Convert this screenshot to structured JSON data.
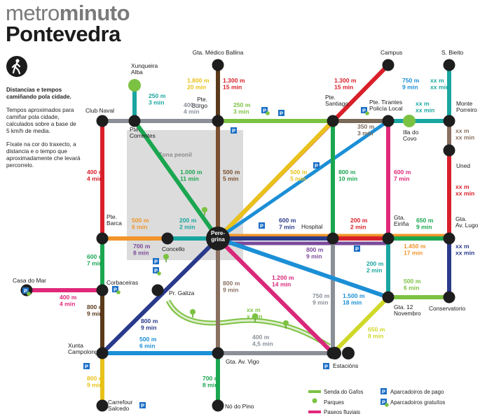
{
  "header": {
    "brand_light": "metro",
    "brand_bold": "minuto",
    "city": "Pontevedra"
  },
  "sidebar": {
    "heading": "Distancias e tempos camiñando pola cidade.",
    "para1": "Tempos aproximados para camiñar pola cidade, calculados sobre a base de 5 km/h de media.",
    "para2": "Fíxate na cor do traxecto, a distancia e o tempo que aproximadamente che levará percorrelo."
  },
  "zone_label": "Zona peonil",
  "stations": [
    {
      "id": "naval",
      "label": "Club Naval"
    },
    {
      "id": "xunqueira",
      "label": "Xunqueira\nAlba"
    },
    {
      "id": "correntes",
      "label": "Pte.\nCorrentes"
    },
    {
      "id": "burgo",
      "label": "Pte.\nBurgo"
    },
    {
      "id": "ballina",
      "label": "Gta. Médico Ballina"
    },
    {
      "id": "santiago",
      "label": "Pte.\nSantiago"
    },
    {
      "id": "campus",
      "label": "Campus"
    },
    {
      "id": "tirantes",
      "label": "Pte. Tirantes\nPolicía Local"
    },
    {
      "id": "covo",
      "label": "Illa do\nCovo"
    },
    {
      "id": "sbieito",
      "label": "S. Bieito"
    },
    {
      "id": "porreiro",
      "label": "Monte\nPorreiro"
    },
    {
      "id": "uned",
      "label": "Uned"
    },
    {
      "id": "barca",
      "label": "Pte.\nBarca"
    },
    {
      "id": "concello",
      "label": "Concello"
    },
    {
      "id": "peregrina",
      "label": "Pere-\ngrina"
    },
    {
      "id": "hospital",
      "label": "Hospital"
    },
    {
      "id": "eirina",
      "label": "Gta.\nEiriña"
    },
    {
      "id": "lugo",
      "label": "Gta.\nAv. Lugo"
    },
    {
      "id": "casamar",
      "label": "Casa do Mar"
    },
    {
      "id": "corbaceiras",
      "label": "Corbaceiras"
    },
    {
      "id": "galiza",
      "label": "Pr. Galiza"
    },
    {
      "id": "conservatorio",
      "label": "Conservatorio"
    },
    {
      "id": "novembro",
      "label": "Gta. 12\nNovembro"
    },
    {
      "id": "campolongo",
      "label": "Xunta\nCampolongo"
    },
    {
      "id": "vigo",
      "label": "Gta. Av. Vigo"
    },
    {
      "id": "estacions",
      "label": "Estacións"
    },
    {
      "id": "carrefour",
      "label": "Carrefour\nSalcedo"
    },
    {
      "id": "pino",
      "label": "Nó do Pino"
    }
  ],
  "segments": [
    {
      "color": "#1aa6a0",
      "dist": "250 m",
      "time": "3 min"
    },
    {
      "color": "#8a8f98",
      "dist": "400 m",
      "time": "4 min"
    },
    {
      "color": "#e8c21a",
      "dist": "1.800 m",
      "time": "20 min"
    },
    {
      "color": "#d8202a",
      "dist": "1.300 m",
      "time": "15 min"
    },
    {
      "color": "#7cc242",
      "dist": "250 m",
      "time": "3 min"
    },
    {
      "color": "#d8202a",
      "dist": "1.300 m",
      "time": "15 min"
    },
    {
      "color": "#1b8fd6",
      "dist": "750 m",
      "time": "9 min"
    },
    {
      "color": "#7a6a5a",
      "dist": "350 m",
      "time": "3 min"
    },
    {
      "color": "#1aa6a0",
      "dist": "xx m",
      "time": "xx min"
    },
    {
      "color": "#1aa6a0",
      "dist": "xx m",
      "time": "xx min"
    },
    {
      "color": "#8a7060",
      "dist": "xx m",
      "time": "xx min"
    },
    {
      "color": "#d8202a",
      "dist": "xx m",
      "time": "xx min"
    },
    {
      "color": "#d8202a",
      "dist": "400 m",
      "time": "4 min"
    },
    {
      "color": "#1aa650",
      "dist": "1.000 m",
      "time": "11 min"
    },
    {
      "color": "#7a5030",
      "dist": "500 m",
      "time": "5 min"
    },
    {
      "color": "#e8c21a",
      "dist": "500 m",
      "time": "5 min"
    },
    {
      "color": "#1aa650",
      "dist": "800 m",
      "time": "10 min"
    },
    {
      "color": "#e0287a",
      "dist": "600 m",
      "time": "7 min"
    },
    {
      "color": "#f0952a",
      "dist": "500 m",
      "time": "6 min"
    },
    {
      "color": "#1aa6a0",
      "dist": "200 m",
      "time": "2 min"
    },
    {
      "color": "#2a3a8a",
      "dist": "600 m",
      "time": "7 min"
    },
    {
      "color": "#d8202a",
      "dist": "200 m",
      "time": "2 min"
    },
    {
      "color": "#1aa650",
      "dist": "650 m",
      "time": "9 min"
    },
    {
      "color": "#7a4a9a",
      "dist": "700 m",
      "time": "8 min"
    },
    {
      "color": "#7a4a9a",
      "dist": "800 m",
      "time": "9 min"
    },
    {
      "color": "#f0952a",
      "dist": "1.450 m",
      "time": "17 min"
    },
    {
      "color": "#2a3a8a",
      "dist": "xx m",
      "time": "xx min"
    },
    {
      "color": "#1aa650",
      "dist": "600 m",
      "time": "7 min"
    },
    {
      "color": "#e0287a",
      "dist": "400 m",
      "time": "4 min"
    },
    {
      "color": "#1aa6a0",
      "dist": "200 m",
      "time": "2 min"
    },
    {
      "color": "#7cc242",
      "dist": "500 m",
      "time": "6 min"
    },
    {
      "color": "#d8287a",
      "dist": "1.200 m",
      "time": "14 min"
    },
    {
      "color": "#8a7060",
      "dist": "800 m",
      "time": "9 min"
    },
    {
      "color": "#5a3a1a",
      "dist": "800 m",
      "time": "9 min"
    },
    {
      "color": "#2a3a8a",
      "dist": "800 m",
      "time": "9 min"
    },
    {
      "color": "#7cc242",
      "dist": "xx m",
      "time": "x min"
    },
    {
      "color": "#8a8f98",
      "dist": "750 m",
      "time": "9 min"
    },
    {
      "color": "#1b8fd6",
      "dist": "1.500 m",
      "time": "18 min"
    },
    {
      "color": "#1b8fd6",
      "dist": "500 m",
      "time": "6 min"
    },
    {
      "color": "#8a8f98",
      "dist": "400 m",
      "time": "4,5 min"
    },
    {
      "color": "#d0d82a",
      "dist": "650 m",
      "time": "8 min"
    },
    {
      "color": "#e8c21a",
      "dist": "800 m",
      "time": "9 min"
    },
    {
      "color": "#1aa650",
      "dist": "700 m",
      "time": "8 min"
    }
  ],
  "legend": [
    {
      "icon": "green-path",
      "label": "Senda do Gafos"
    },
    {
      "icon": "park",
      "label": "Parques"
    },
    {
      "icon": "pink-line",
      "label": "Paseos fluviais"
    },
    {
      "icon": "P-blue",
      "label": "Aparcadoiros de pago"
    },
    {
      "icon": "P-green",
      "label": "Aparcadoiros gratuítos"
    }
  ],
  "parking_letter": "P"
}
